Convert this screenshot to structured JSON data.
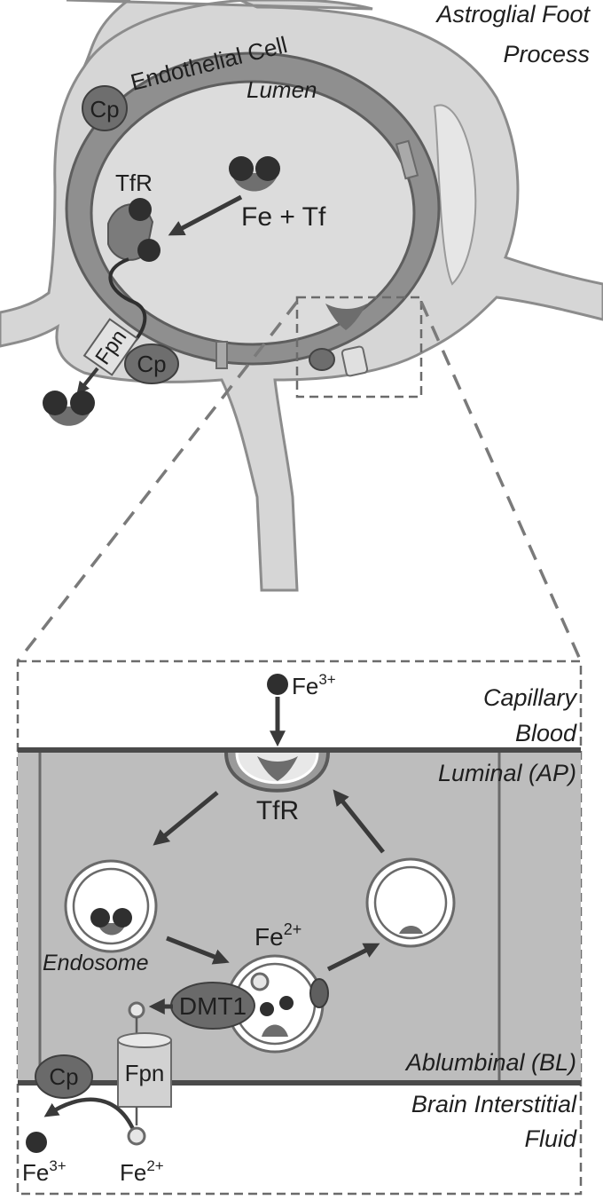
{
  "top_panel": {
    "astroglial_line1": "Astroglial Foot",
    "astroglial_line2": "Process",
    "endothelial_cell": "Endothelial Cell",
    "lumen": "Lumen",
    "cp_top": "Cp",
    "tfr": "TfR",
    "fe_tf": "Fe + Tf",
    "fpn": "Fpn",
    "cp_bottom": "Cp"
  },
  "bottom_panel": {
    "fe3_top": "Fe",
    "fe3_top_sup": "3+",
    "capillary": "Capillary",
    "blood": "Blood",
    "luminal": "Luminal (AP)",
    "tfr": "TfR",
    "fe2_mid": "Fe",
    "fe2_mid_sup": "2+",
    "endosome": "Endosome",
    "dmt1": "DMT1",
    "ablumbinal": "Ablumbinal (BL)",
    "cp": "Cp",
    "fpn": "Fpn",
    "brain_interstitial": "Brain Interstitial",
    "fluid": "Fluid",
    "fe3_bottom": "Fe",
    "fe3_bottom_sup": "3+",
    "fe2_bottom": "Fe",
    "fe2_bottom_sup": "2+"
  }
}
